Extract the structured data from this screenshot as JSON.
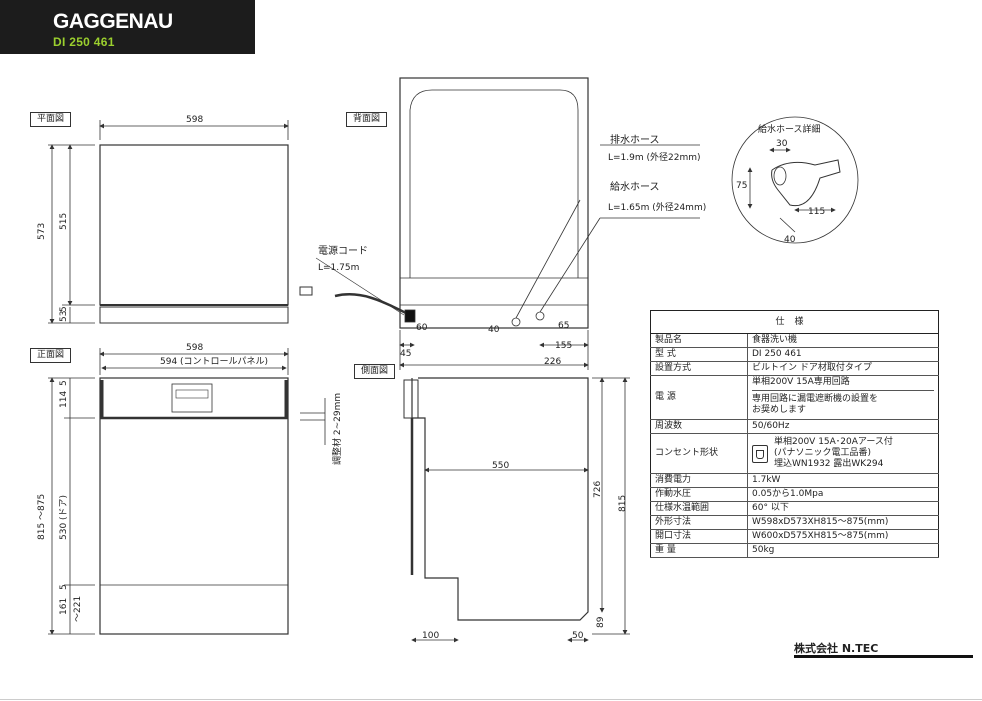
{
  "header": {
    "brand": "GAGGENAU",
    "model": "DI 250 461"
  },
  "views": {
    "plan": "平面図",
    "back": "背面図",
    "front": "正面図",
    "side": "側面図",
    "detail_title": "給水ホース詳細"
  },
  "dims": {
    "plan_width": "598",
    "plan_depth": "573",
    "plan_inner": "515",
    "plan_5": "5",
    "plan_53": "53",
    "front_width": "598",
    "front_panel": "594 (コントロールパネル)",
    "front_height": "815 ～875",
    "front_114": "114",
    "front_5": "5",
    "front_530": "530 (ドア)",
    "front_5b": "5",
    "front_161": "161",
    "front_221": "～221",
    "adjust": "調整材 2~29mm",
    "back_60": "60",
    "back_40": "40",
    "back_65": "65",
    "back_45": "45",
    "back_155": "155",
    "back_226": "226",
    "side_550": "550",
    "side_726": "726",
    "side_815": "815",
    "side_89": "89",
    "side_100": "100",
    "side_50": "50",
    "detail_30": "30",
    "detail_75": "75",
    "detail_115": "115",
    "detail_40": "40"
  },
  "callouts": {
    "drain_title": "排水ホース",
    "drain_len": "L=1.9m (外径22mm)",
    "supply_title": "給水ホース",
    "supply_len": "L=1.65m (外径24mm)",
    "cord_title": "電源コード",
    "cord_len": "L=1.75m"
  },
  "spec": {
    "title": "仕様",
    "rows": {
      "name": {
        "k": "製品名",
        "v": "食器洗い機"
      },
      "type": {
        "k": "型 式",
        "v": "DI 250 461"
      },
      "install": {
        "k": "設置方式",
        "v": "ビルトイン ドア材取付タイプ"
      },
      "power": {
        "k": "電 源",
        "v1": "単相200V 15A専用回路",
        "v2": "専用回路に漏電遮断機の設置を",
        "v3": "お奨めします"
      },
      "freq": {
        "k": "周波数",
        "v": "50/60Hz"
      },
      "outlet": {
        "k": "コンセント形状",
        "v1": "単相200V 15A･20Aアース付",
        "v2": "(パナソニック電工品番)",
        "v3": "埋込WN1932 露出WK294"
      },
      "consumption": {
        "k": "消費電力",
        "v": "1.7kW"
      },
      "pressure": {
        "k": "作動水圧",
        "v": "0.05から1.0Mpa"
      },
      "temp": {
        "k": "仕様水温範囲",
        "v": "60° 以下"
      },
      "outer": {
        "k": "外形寸法",
        "v": "W598xD573XH815～875(mm)"
      },
      "opening": {
        "k": "開口寸法",
        "v": "W600xD575XH815～875(mm)"
      },
      "weight": {
        "k": "重 量",
        "v": "50kg"
      }
    }
  },
  "footer": {
    "company": "株式会社 N.TEC"
  }
}
